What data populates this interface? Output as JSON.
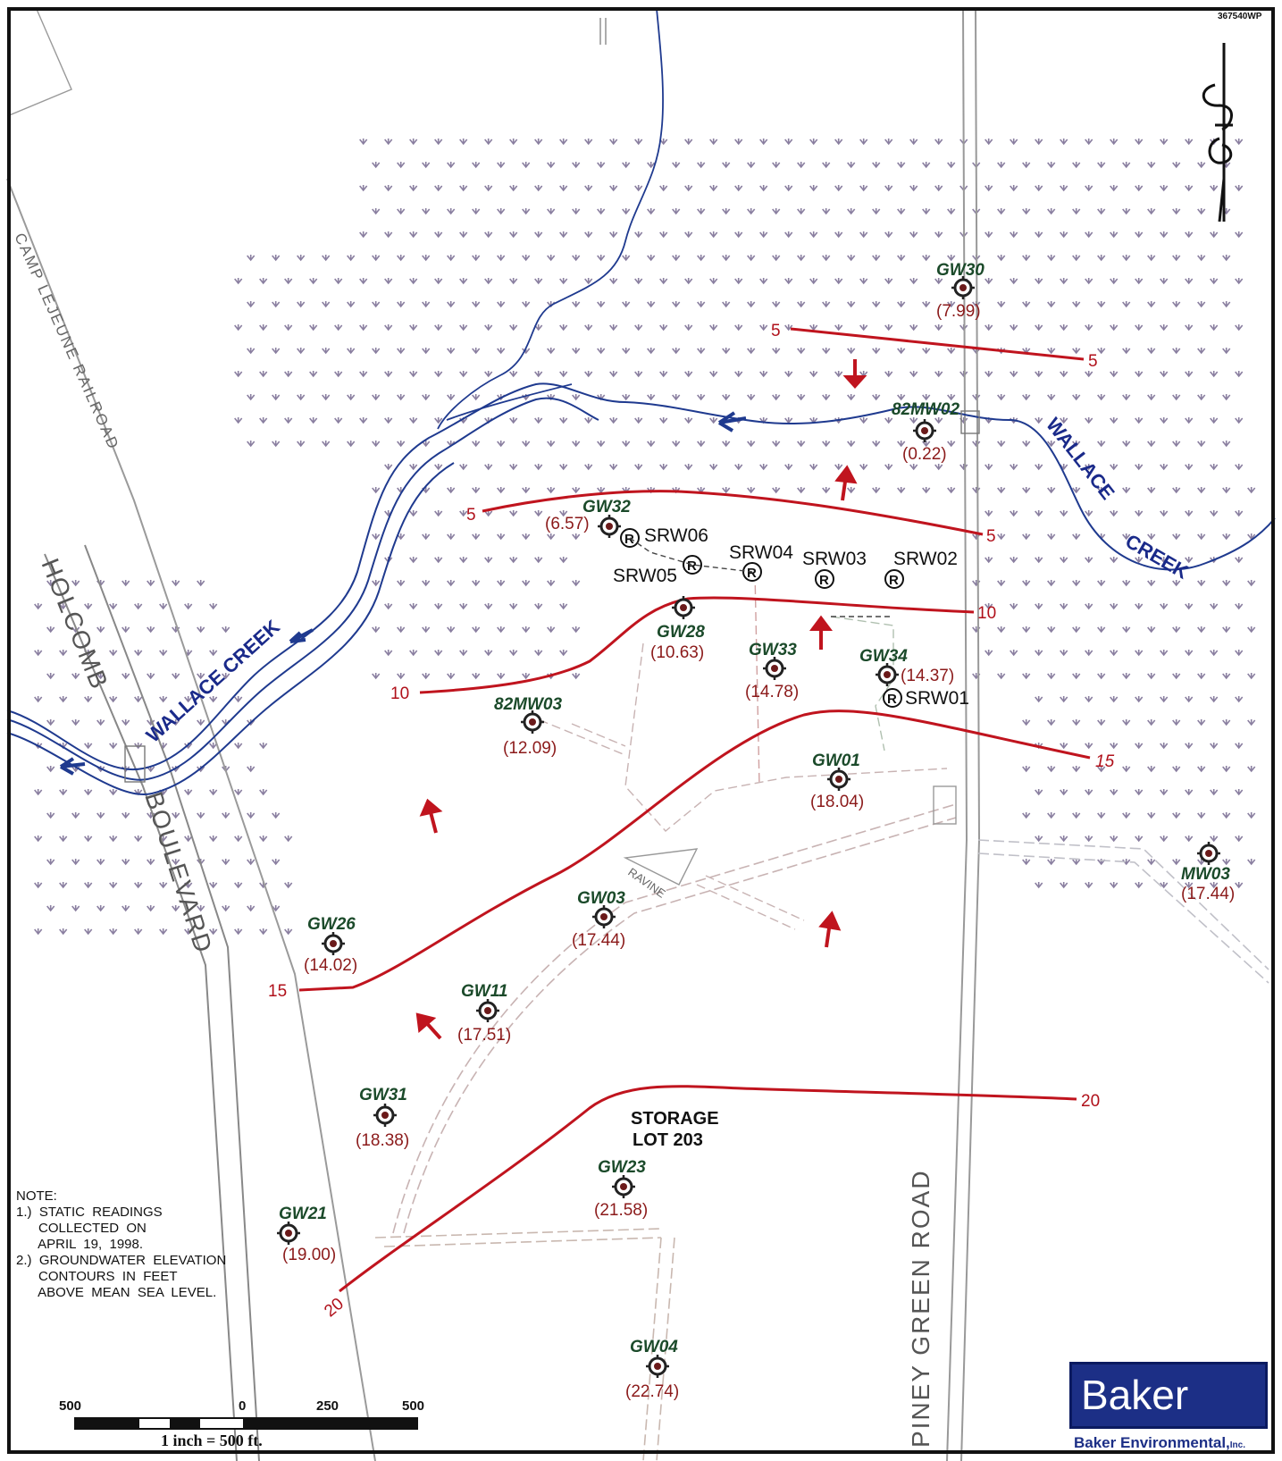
{
  "document_number": "367540WP",
  "north_arrow": "north-arrow-icon",
  "roads": {
    "holcomb": "HOLCOMB",
    "boulevard": "BOULEVARD",
    "railroad": "CAMP LEJEUNE RAILROAD",
    "piney_green": "PINEY GREEN ROAD",
    "ravine": "RAVINE"
  },
  "creek": {
    "label_west": "WALLACE CREEK",
    "label_east_1": "WALLACE",
    "label_east_2": "CREEK"
  },
  "storage_lot": {
    "line1": "STORAGE",
    "line2": "LOT 203"
  },
  "wells": [
    {
      "id": "GW30",
      "value": "(7.99)"
    },
    {
      "id": "82MW02",
      "value": "(0.22)"
    },
    {
      "id": "GW32",
      "value": "(6.57)"
    },
    {
      "id": "GW28",
      "value": "(10.63)"
    },
    {
      "id": "GW33",
      "value": "(14.78)"
    },
    {
      "id": "GW34",
      "value": "(14.37)"
    },
    {
      "id": "82MW03",
      "value": "(12.09)"
    },
    {
      "id": "GW01",
      "value": "(18.04)"
    },
    {
      "id": "MW03",
      "value": "(17.44)"
    },
    {
      "id": "GW03",
      "value": "(17.44)"
    },
    {
      "id": "GW26",
      "value": "(14.02)"
    },
    {
      "id": "GW11",
      "value": "(17.51)"
    },
    {
      "id": "GW31",
      "value": "(18.38)"
    },
    {
      "id": "GW23",
      "value": "(21.58)"
    },
    {
      "id": "GW21",
      "value": "(19.00)"
    },
    {
      "id": "GW04",
      "value": "(22.74)"
    }
  ],
  "recovery_wells": [
    "SRW06",
    "SRW05",
    "SRW04",
    "SRW03",
    "SRW02",
    "SRW01"
  ],
  "contours": {
    "c5_top_left": "5",
    "c5_top_right": "5",
    "c5_mid_left": "5",
    "c5_mid_right": "5",
    "c10_left": "10",
    "c10_right": "10",
    "c15_left": "15",
    "c15_right": "15",
    "c20_left": "20",
    "c20_right": "20"
  },
  "note": {
    "title": "NOTE:",
    "lines": [
      "1.)  STATIC  READINGS",
      "      COLLECTED  ON",
      "      APRIL  19,  1998.",
      "2.)  GROUNDWATER  ELEVATION",
      "      CONTOURS  IN  FEET",
      "      ABOVE  MEAN  SEA  LEVEL."
    ]
  },
  "scale": {
    "labels": [
      "500",
      "0",
      "250",
      "500"
    ],
    "caption": "1 inch = 500 ft."
  },
  "logo": {
    "name": "Baker",
    "sub": "Baker Environmental,",
    "sub_suffix": "Inc."
  },
  "colors": {
    "contour": "#c0141e",
    "creek": "#1f3a8f",
    "well_id": "#1b4a2a",
    "well_value": "#8b1a1a",
    "flow_arrow": "#c0141e",
    "logo_bg": "#1c2f86"
  }
}
